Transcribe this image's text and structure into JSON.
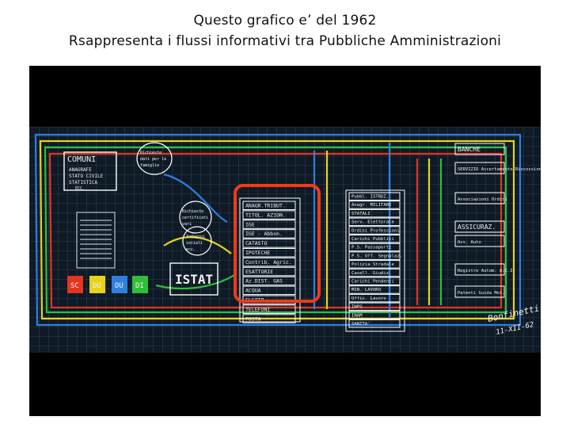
{
  "header": {
    "line1": "Questo grafico e’ del 1962",
    "line2": "Rsappresenta i flussi informativi tra Pubbliche Amministrazioni"
  },
  "colors": {
    "board": "#0e1a26",
    "grid": "#7f8fa0",
    "red": "#e53420",
    "yellow": "#e8d21c",
    "green": "#2fbf3a",
    "blue": "#2f7fe0",
    "highlight": "#f03a18"
  },
  "diagram": {
    "left": {
      "comuni": [
        "COMUNI",
        "ANAGRAFE",
        "STATO CIVILE",
        "STATISTICA",
        "ECC."
      ],
      "bubble_top": [
        "Richieste",
        "dati per le",
        "famiglie"
      ],
      "bubble_mid": [
        "Richieste",
        "certificati",
        "vari"
      ],
      "bubble_low": [
        "Indagini",
        "sociali",
        "ecc."
      ],
      "squares": [
        "SC",
        "DU",
        "DU",
        "DI"
      ],
      "istat": "ISTAT"
    },
    "middle": {
      "boxes": [
        "ANAGR.TRIBUT.",
        "TITOL. AZION.",
        "IGE",
        "IGE - Abbon.",
        "CATASTO",
        "IPOTECHE",
        "Contrib. Agric.",
        "ESATTORIE",
        "Az.DIST. GAS",
        "ACQUA",
        "ELETTR.",
        "TELEFONI",
        "POSTA"
      ]
    },
    "right": {
      "boxes": [
        "Pubbl. ISTRUZ.",
        "Anagr. MILITARE",
        "STATALI",
        "Serv. Elettorale",
        "Ordini Professioni",
        "Carichi Pubblici",
        "P.S. Passaporti",
        "P.S. Uff. Segnalaz.",
        "Polizia Stradale",
        "Casell. Giudiz.",
        "Carichi Pendenti",
        "MIN. LAVORO",
        "Uffic. Lavoro",
        "INPS",
        "INAM",
        "SANITA'"
      ]
    },
    "far_right": {
      "boxes": [
        "BANCHE",
        "SERVIZIO Accertamento Riscossioni",
        "Associazioni Ordini",
        "ASSICURAZ.",
        "Ass. Auto",
        "Registro Autom. A.C.I.",
        "Patenti Guida Mot."
      ]
    },
    "signature": [
      "Bonfinetti",
      "11-XII-62"
    ]
  }
}
